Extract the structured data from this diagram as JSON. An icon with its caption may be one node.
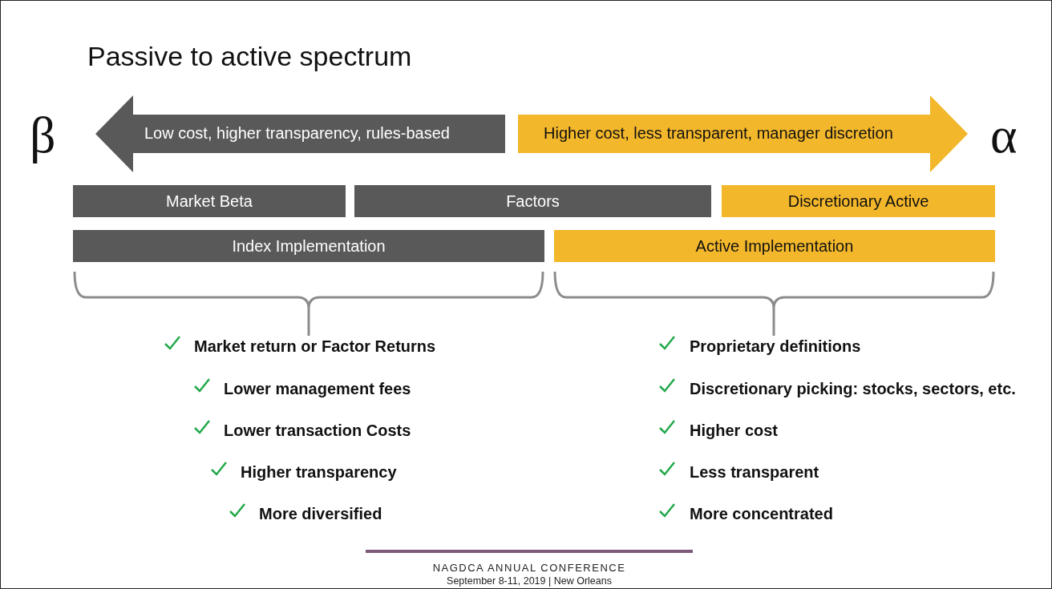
{
  "diagram": {
    "title": "Passive to active spectrum",
    "nodes": [
      {
        "text": [
          "Low cost, higher transparency, rules-based"
        ]
      },
      {
        "text": [
          "Higher cost, less transparent, manager discretion"
        ]
      },
      {
        "text": [
          "Market Beta"
        ]
      },
      {
        "text": [
          "Factors"
        ]
      },
      {
        "text": [
          "Discretionary Active"
        ]
      },
      {
        "text": [
          "Index Implementation"
        ]
      },
      {
        "text": [
          "Active Implementation"
        ]
      }
    ],
    "labels": [
      "β",
      "α",
      "Market return or Factor Returns",
      "Proprietary definitions",
      "Lower management fees",
      "Discretionary picking: stocks, sectors, etc.",
      "Lower transaction Costs",
      "Higher cost",
      "Higher transparency",
      "Less transparent",
      "More diversified",
      "More concentrated",
      "NAGDCA ANNUAL CONFERENCE",
      "September 8-11, 2019 | New Orleans"
    ]
  }
}
